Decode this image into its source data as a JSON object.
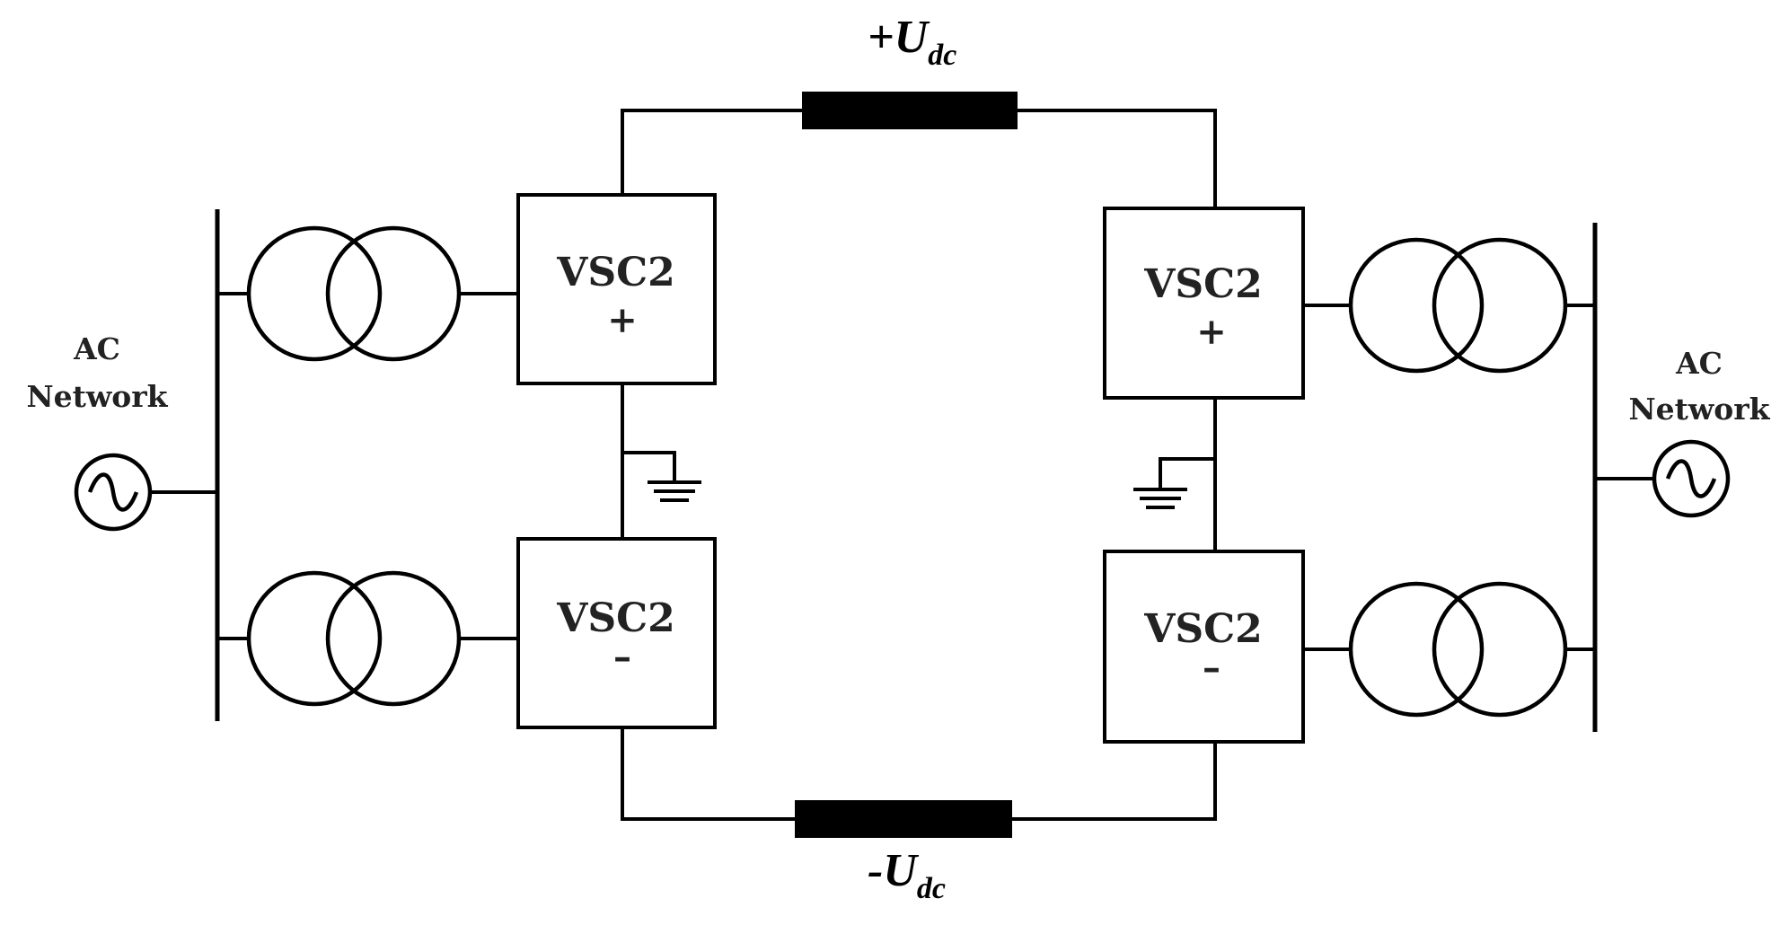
{
  "dc_lines": {
    "positive": {
      "prefix": "+U",
      "subscript": "dc"
    },
    "negative": {
      "prefix": "-U",
      "subscript": "dc"
    }
  },
  "left_station": {
    "network_label_line1": "AC",
    "network_label_line2": "Network",
    "upper_converter": {
      "name": "VSC2",
      "sign": "+"
    },
    "lower_converter": {
      "name": "VSC2",
      "sign": "–"
    }
  },
  "right_station": {
    "network_label_line1": "AC",
    "network_label_line2": "Network",
    "upper_converter": {
      "name": "VSC2",
      "sign": "+"
    },
    "lower_converter": {
      "name": "VSC2",
      "sign": "–"
    }
  }
}
